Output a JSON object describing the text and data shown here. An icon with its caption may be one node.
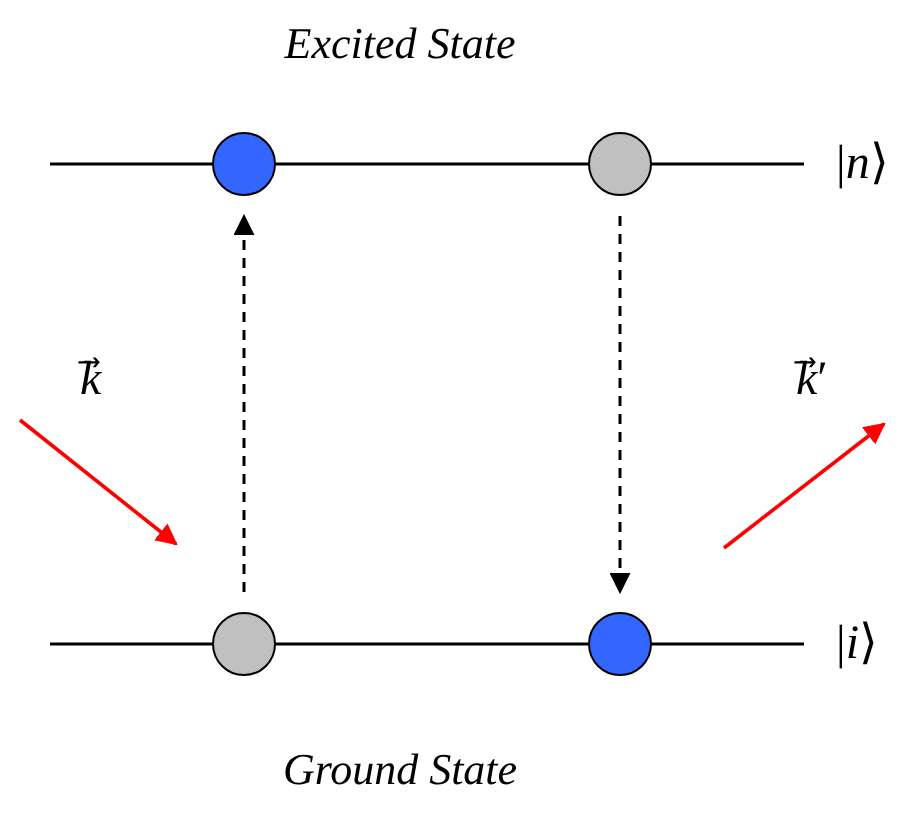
{
  "diagram": {
    "nodes": [
      {
        "text": [],
        "shape": "circle"
      },
      {
        "text": [],
        "shape": "circle"
      },
      {
        "text": [],
        "shape": "circle"
      },
      {
        "text": [],
        "shape": "circle"
      }
    ],
    "edges": [
      {
        "from": 2,
        "to": 0,
        "arrow": "to",
        "style": "dashed"
      },
      {
        "from": 1,
        "to": 3,
        "arrow": "to",
        "style": "dashed"
      }
    ],
    "labels": [
      "Excited State",
      "|*n*⟩",
      "*k*⃗",
      "*k*⃗′",
      "|*i*⟩",
      "Ground State"
    ]
  }
}
